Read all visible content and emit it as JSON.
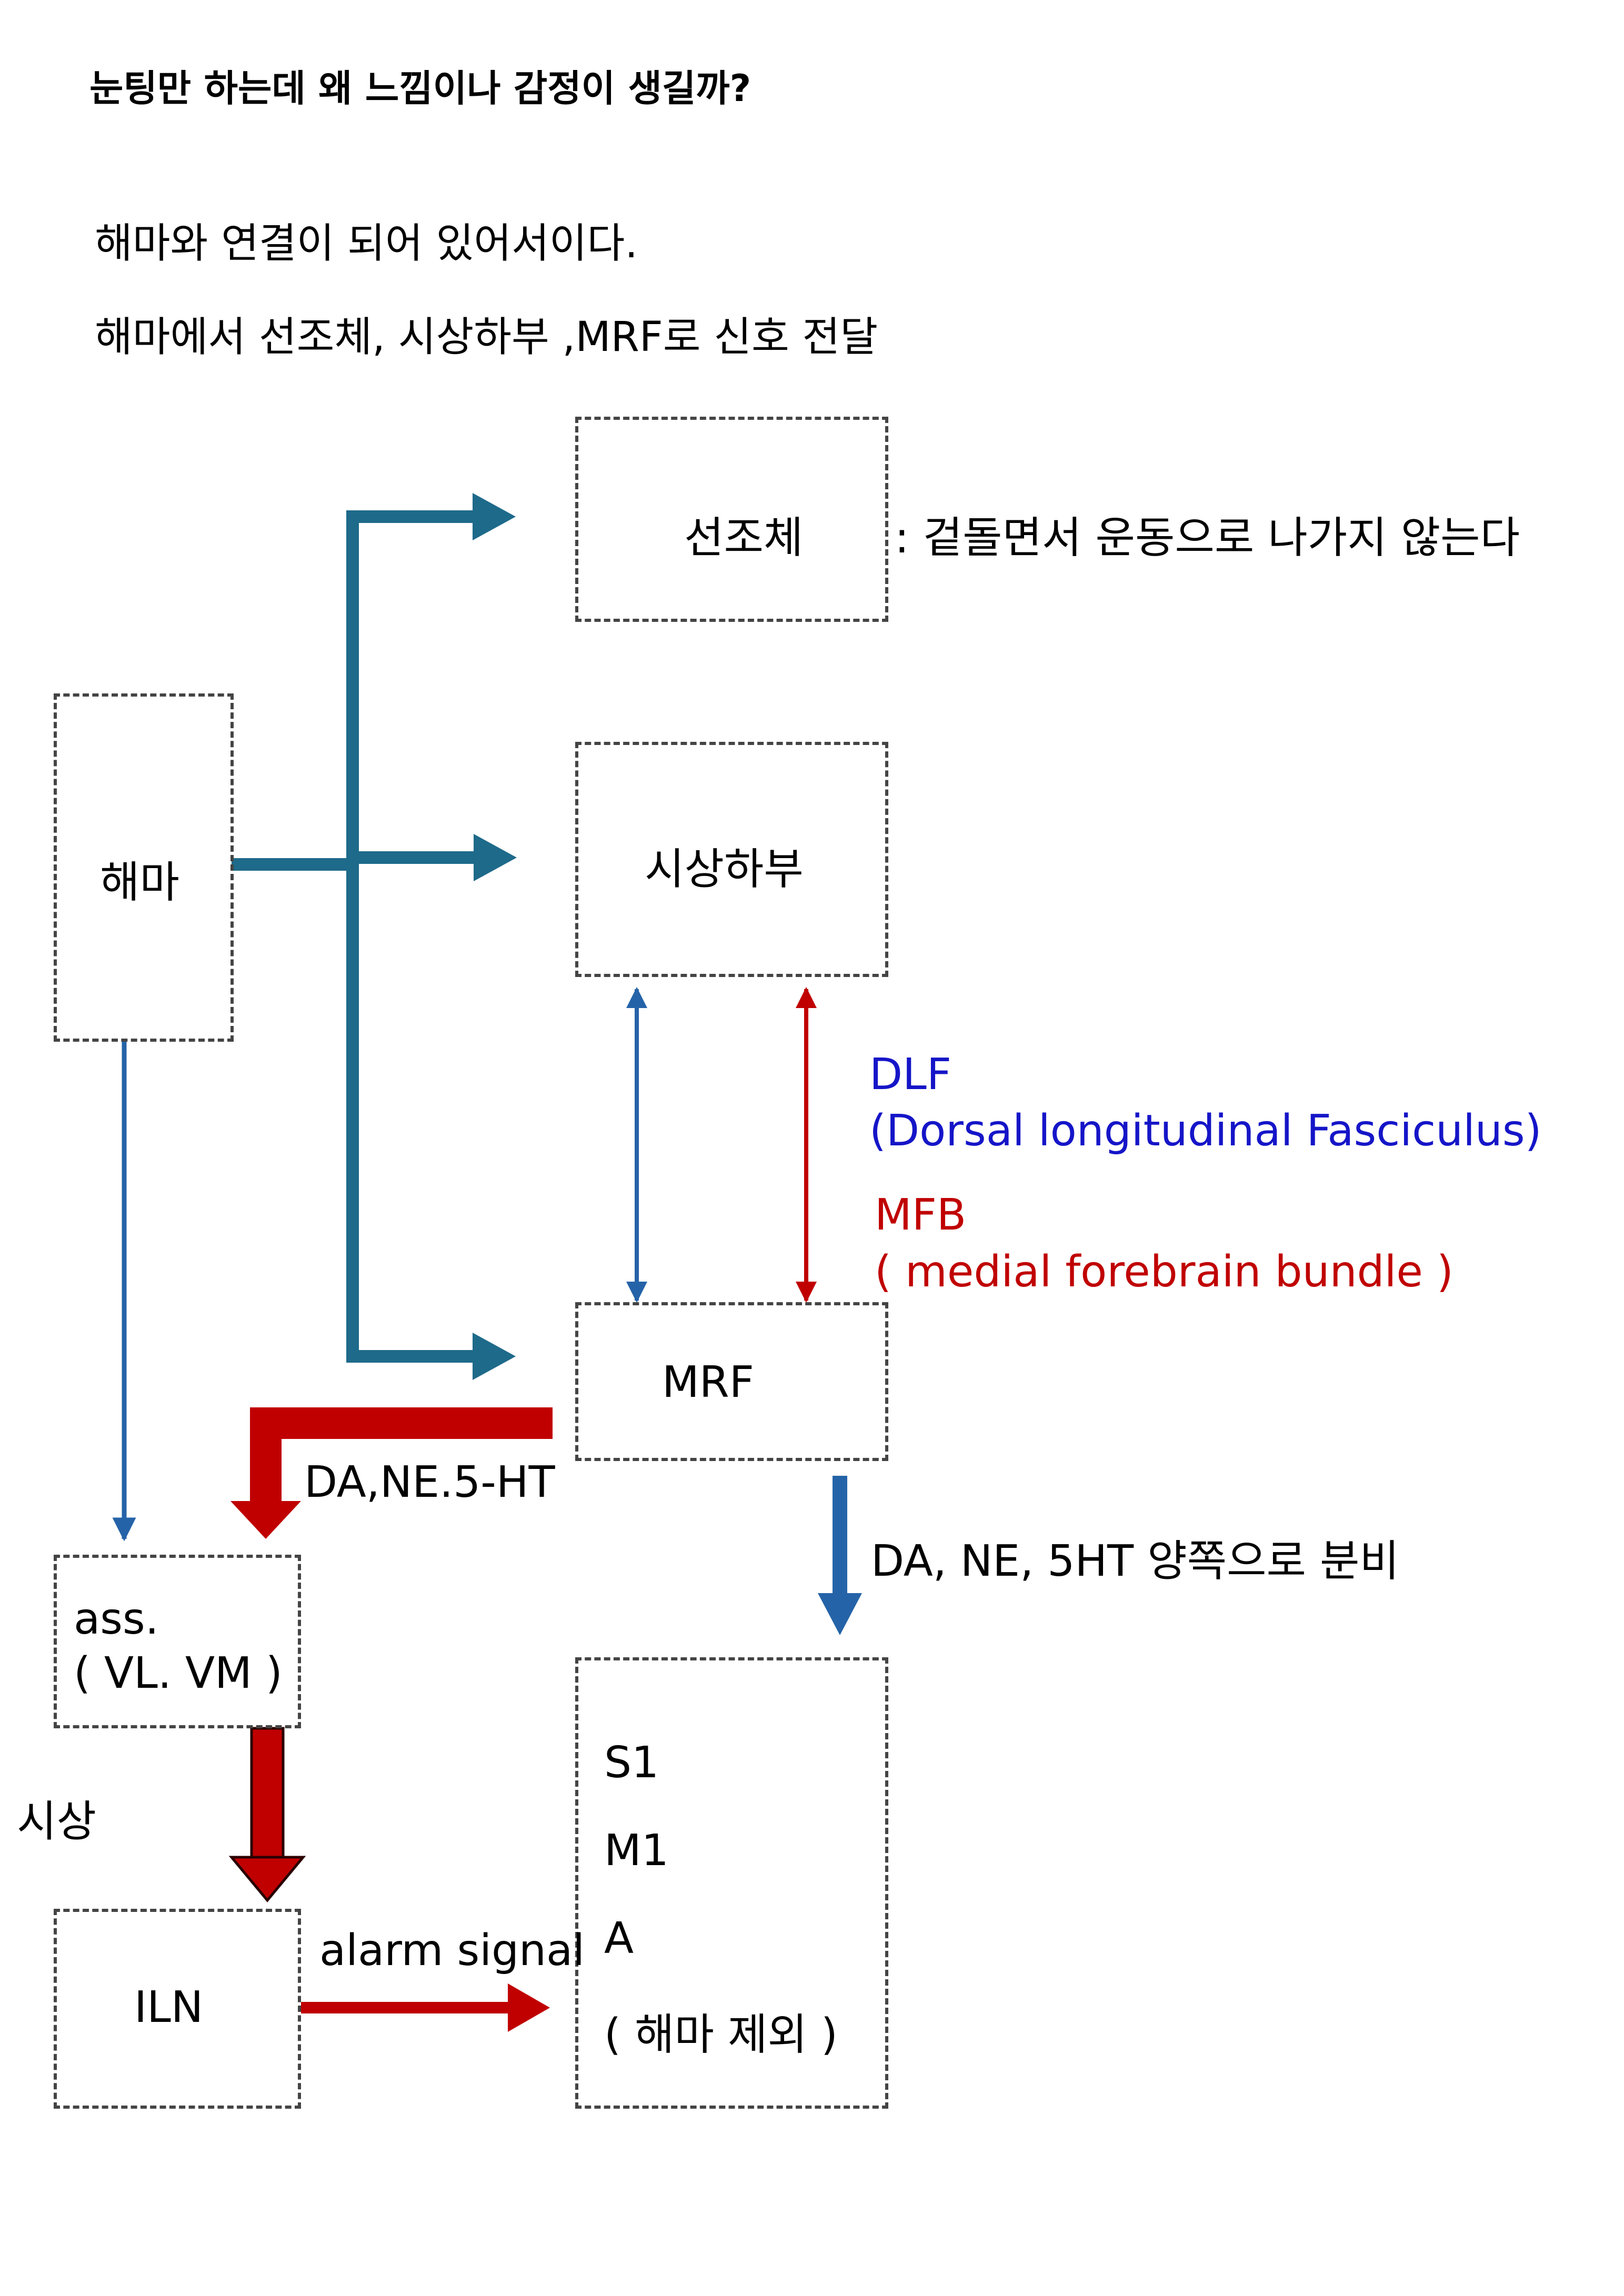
{
  "heading": "눈팅만 하는데 왜 느낌이나 감정이 생길까?",
  "intro": {
    "line1": "해마와 연결이 되어 있어서이다.",
    "line2": "해마에서  선조체, 시상하부 ,MRF로 신호 전달"
  },
  "nodes": {
    "hippocampus": "해마",
    "striatum": "선조체",
    "striatum_note": ": 겉돌면서 운동으로 나가지 않는다",
    "hypothalamus": "시상하부",
    "mrf": "MRF",
    "ass_line1": "ass.",
    "ass_line2": "( VL. VM )",
    "iln": "ILN",
    "cortex_lines": [
      "S1",
      "M1",
      "A",
      "( 해마 제외 )"
    ]
  },
  "labels": {
    "dlf_abbr": "DLF",
    "dlf_full": "(Dorsal longitudinal Fasciculus)",
    "mfb_abbr": "MFB",
    "mfb_full": "( medial forebrain bundle )",
    "mrf_to_ass": "DA,NE.5-HT",
    "mrf_to_cortex": "DA, NE, 5HT 양쪽으로 분비",
    "thalamus": "시상",
    "alarm": "alarm signal"
  },
  "colors": {
    "teal_arrow": "#1e6a8a",
    "blue_arrow": "#2563a8",
    "red_arrow": "#c00000",
    "blue_text": "#1515c8",
    "red_text": "#c00000"
  }
}
